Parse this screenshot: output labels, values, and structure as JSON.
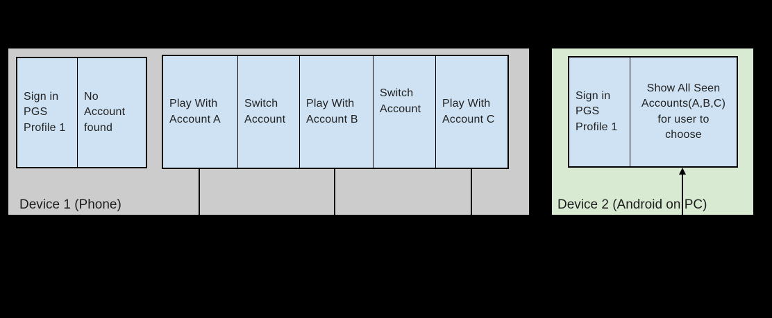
{
  "colors": {
    "page_background": "#000000",
    "device1_fill": "#cccccc",
    "device2_fill": "#d9ead3",
    "step_fill": "#cfe2f3",
    "line_and_border": "#000000",
    "text": "#212121"
  },
  "device1": {
    "label": "Device 1 (Phone)",
    "signin_group": {
      "cells": [
        {
          "text": "Sign in\nPGS\nProfile 1"
        },
        {
          "text": "No\nAccount\nfound"
        }
      ]
    },
    "play_group": {
      "cells": [
        {
          "text": "Play With\nAccount A"
        },
        {
          "text": "Switch\nAccount"
        },
        {
          "text": "Play With\nAccount B"
        },
        {
          "text": "Switch\nAccount"
        },
        {
          "text": "Play With\nAccount C"
        }
      ]
    }
  },
  "device2": {
    "label": "Device 2 (Android on PC)",
    "group": {
      "cells": [
        {
          "text": "Sign in\nPGS\nProfile 1"
        },
        {
          "text": "Show All Seen\nAccounts(A,B,C)\nfor user to\nchoose"
        }
      ]
    }
  }
}
